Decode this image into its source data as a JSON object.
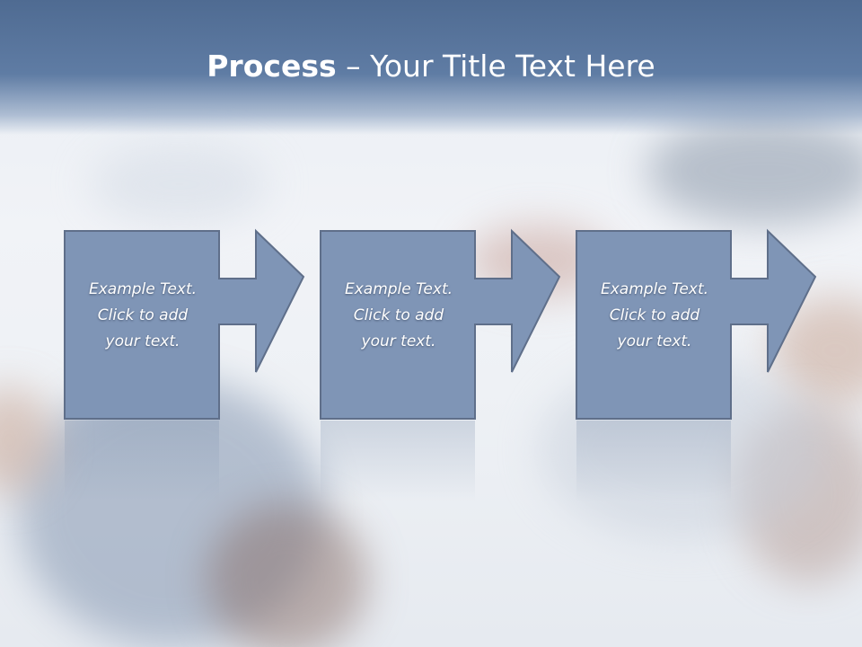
{
  "title": {
    "strong": "Process",
    "separator": " – ",
    "rest": "Your Title Text Here"
  },
  "steps": [
    {
      "lines": [
        "Example Text.",
        "Click  to add",
        "your text."
      ]
    },
    {
      "lines": [
        "Example Text.",
        "Click  to add",
        "your text."
      ]
    },
    {
      "lines": [
        "Example Text.",
        "Click  to add",
        "your text."
      ]
    }
  ],
  "colors": {
    "header": "#5a769e",
    "box_fill": "#7f95b6",
    "box_border": "#5f6f8a",
    "text": "#ffffff"
  }
}
